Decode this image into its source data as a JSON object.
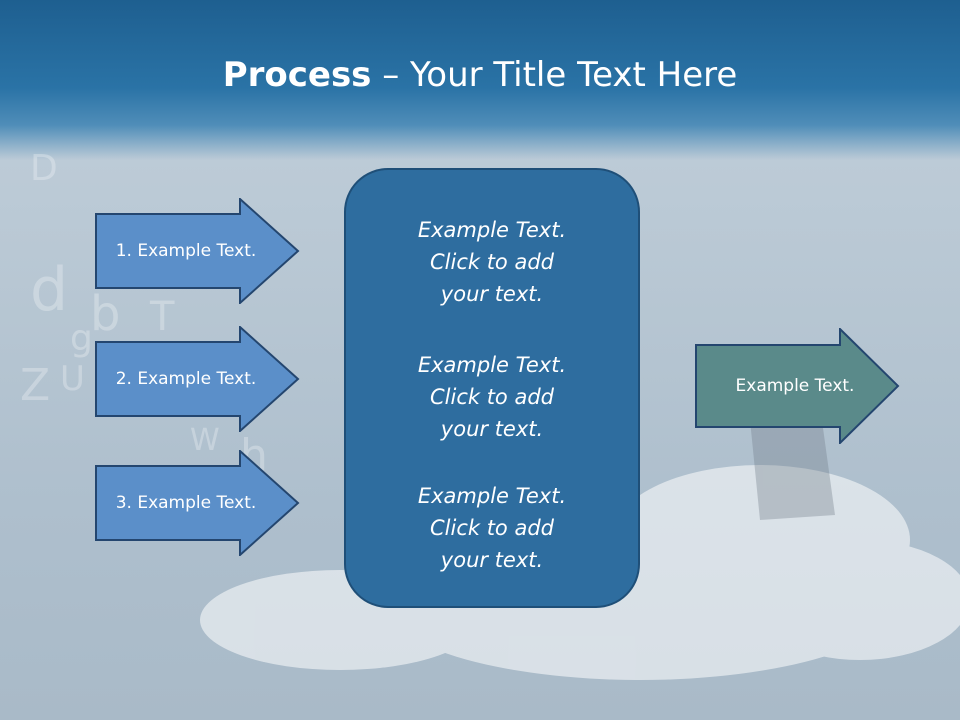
{
  "title": {
    "bold": "Process",
    "rest": " – Your Title Text Here"
  },
  "left_arrows": [
    {
      "label": "1. Example Text."
    },
    {
      "label": "2. Example Text."
    },
    {
      "label": "3. Example Text."
    }
  ],
  "center_box": {
    "paragraphs": [
      {
        "lines": [
          "Example Text.",
          "Click  to add",
          "your text."
        ]
      },
      {
        "lines": [
          "Example Text.",
          "Click  to add",
          "your text."
        ]
      },
      {
        "lines": [
          "Example Text.",
          "Click  to add",
          "your text."
        ]
      }
    ]
  },
  "right_arrow": {
    "label": "Example Text."
  },
  "colors": {
    "header": "#1e5f90",
    "left_arrow_fill": "#5b8fc9",
    "center_box_fill": "#2e6d9f",
    "right_arrow_fill": "#5a8a8a"
  }
}
